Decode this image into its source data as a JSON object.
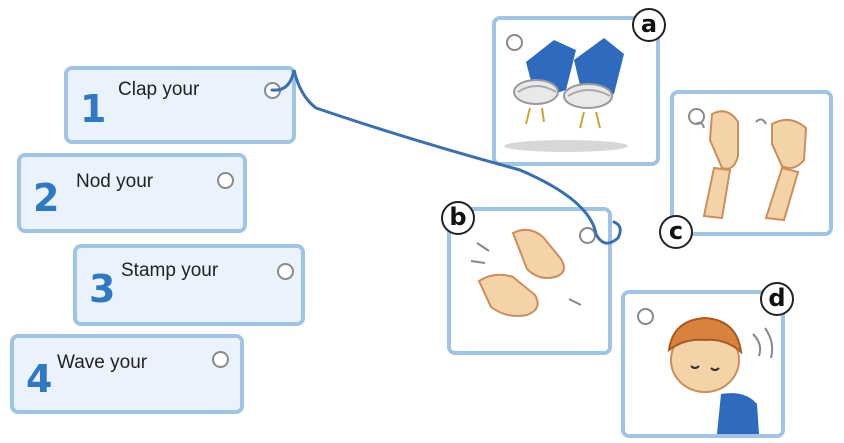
{
  "phrases": [
    {
      "number": "1",
      "text": "Clap your"
    },
    {
      "number": "2",
      "text": "Nod your"
    },
    {
      "number": "3",
      "text": "Stamp your"
    },
    {
      "number": "4",
      "text": "Wave your"
    }
  ],
  "pictures": [
    {
      "letter": "a"
    },
    {
      "letter": "b"
    },
    {
      "letter": "c"
    },
    {
      "letter": "d"
    }
  ],
  "colors": {
    "tag_border": "#9fc4e6",
    "tag_fill": "#eaf3fb",
    "number": "#2f78c4",
    "line": "#3a6fb3"
  }
}
